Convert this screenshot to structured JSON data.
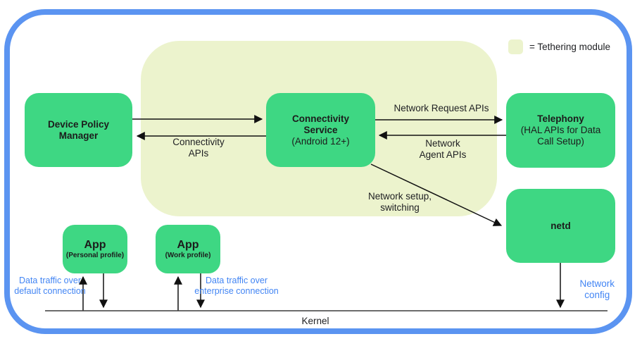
{
  "colors": {
    "node_green": "#3ed783",
    "tethering_bg": "#ecf3cd",
    "border_blue": "#5b94f1",
    "link_blue": "#4285f4",
    "line_black": "#111111"
  },
  "legend": {
    "label": "= Tethering module"
  },
  "nodes": {
    "device_policy_manager": {
      "title": "Device Policy\nManager"
    },
    "connectivity_service": {
      "title": "Connectivity\nService",
      "subtitle": "(Android 12+)"
    },
    "telephony": {
      "title": "Telephony",
      "subtitle": "(HAL APIs for Data\nCall Setup)"
    },
    "netd": {
      "title": "netd"
    },
    "app_personal": {
      "title": "App",
      "subtitle": "(Personal profile)"
    },
    "app_work": {
      "title": "App",
      "subtitle": "(Work profile)"
    }
  },
  "edge_labels": {
    "connectivity_apis": "Connectivity\nAPIs",
    "network_request_apis": "Network Request APIs",
    "network_agent_apis": "Network\nAgent APIs",
    "network_setup_switching": "Network setup,\nswitching",
    "data_traffic_default": "Data traffic over\ndefault connection",
    "data_traffic_enterprise": "Data traffic over\nenterprise connection",
    "network_config": "Network\nconfig",
    "kernel": "Kernel"
  }
}
